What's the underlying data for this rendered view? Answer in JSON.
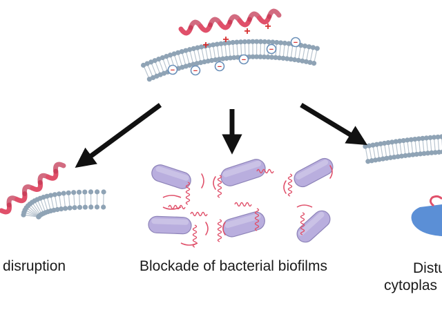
{
  "captions": {
    "left": "disruption",
    "center": "Blockade of bacterial biofilms",
    "right_line1": "Distu",
    "right_line2": "cytoplas"
  },
  "charges": {
    "positive": "+",
    "negative": "−"
  },
  "colors": {
    "helix": "#e0506a",
    "lipid_head": "#8fa3b5",
    "lipid_tail": "#b8c4cf",
    "anion_ring": "#6a8fb8",
    "plus": "#d62c2c",
    "minus": "#d62c2c",
    "arrow": "#111111",
    "bacterium_fill": "#b9aede",
    "bacterium_edge": "#8d83b8",
    "blob": "#5b8fd6"
  }
}
